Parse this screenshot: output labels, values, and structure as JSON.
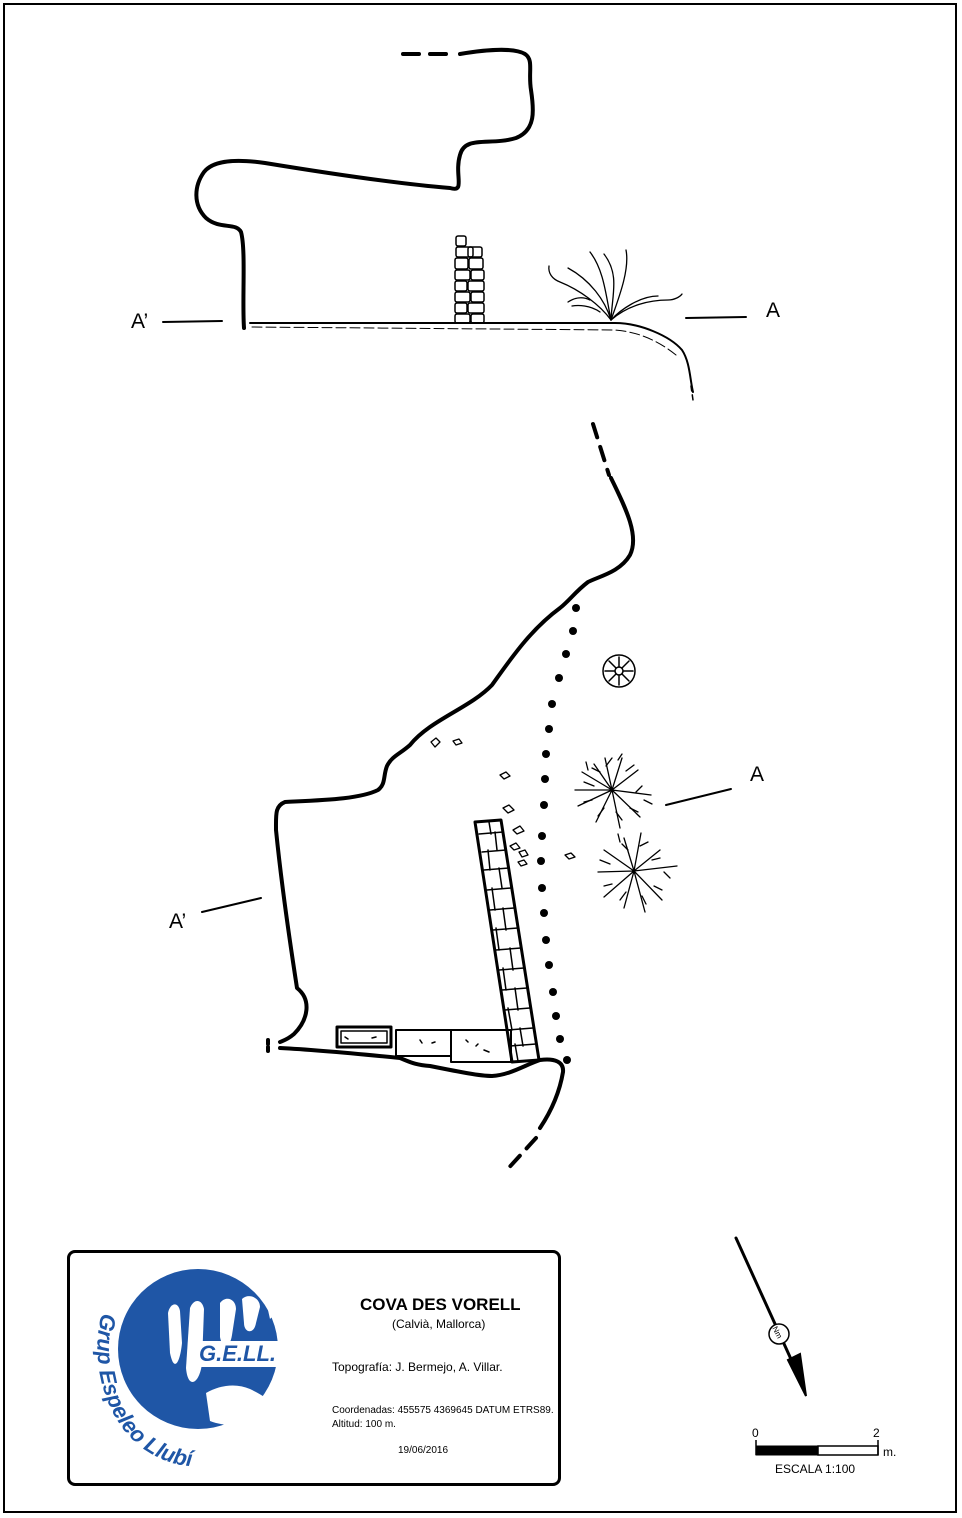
{
  "title": "COVA DES VORELL",
  "location": "(Calvià, Mallorca)",
  "topography": "Topografía: J. Bermejo, A. Villar.",
  "coordinates": "Coordenadas: 455575 4369645  DATUM ETRS89.",
  "altitude": "Altitud: 100 m.",
  "date": "19/06/2016",
  "logo": {
    "initials": "G.E.LL.",
    "ring_text": "Grup Espeleo Llubí",
    "color": "#1f56a6"
  },
  "section_labels": {
    "left": "A’",
    "right": "A"
  },
  "plan_labels": {
    "left": "A’",
    "right": "A"
  },
  "scale": {
    "start": "0",
    "end": "2",
    "unit": "m.",
    "label": "ESCALA 1:100"
  },
  "north_arrow": {
    "marker": "Nm"
  }
}
